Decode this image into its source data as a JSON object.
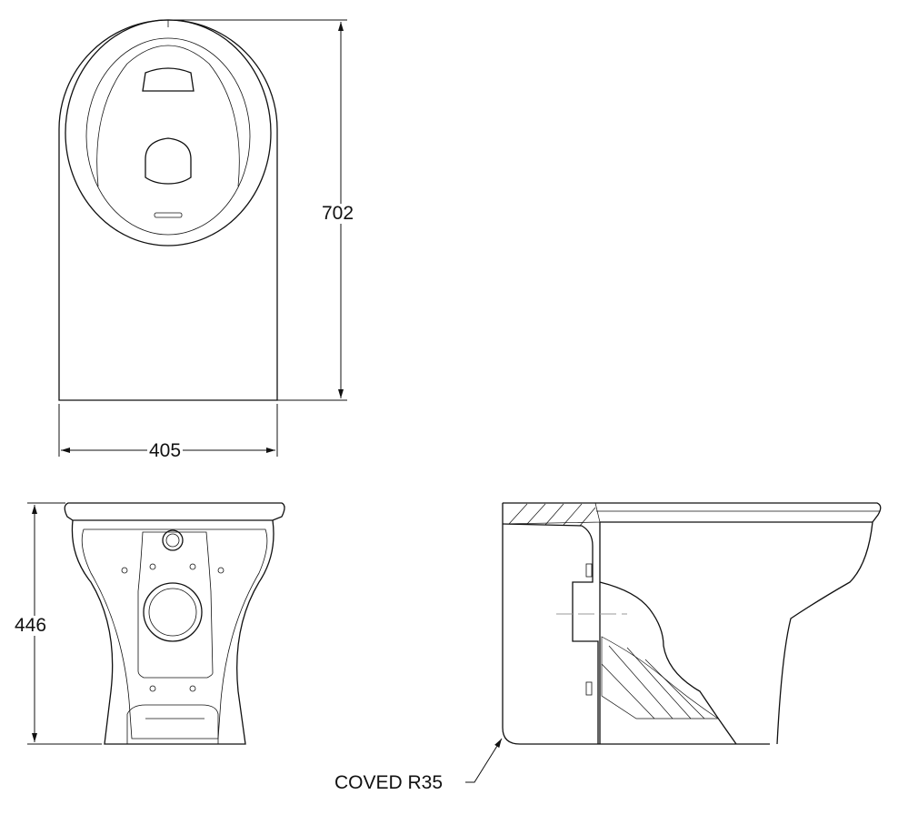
{
  "drawing": {
    "dimensions": {
      "overall_height_top_view": "702",
      "width": "405",
      "pan_height": "446"
    },
    "notes": {
      "coving": "COVED R35"
    }
  }
}
